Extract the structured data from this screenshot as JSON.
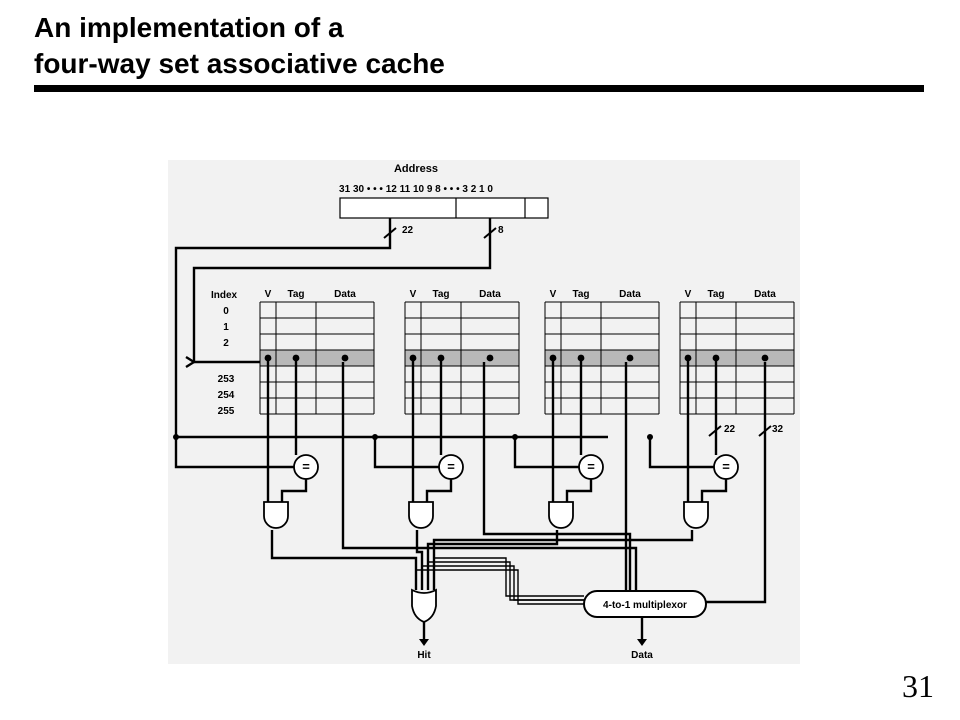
{
  "slide": {
    "title_line1": "An implementation of a",
    "title_line2": "four-way set associative cache",
    "page_number": "31"
  },
  "diagram": {
    "panel_color": "#f2f2f2",
    "highlight_color": "#b8b8b8",
    "address": {
      "title": "Address",
      "bits_label": "31 30 • • • 12 11 10 9 8 • • • 3 2 1 0",
      "tag_width_label": "22",
      "index_width_label": "8"
    },
    "columns": {
      "index": "Index",
      "valid": "V",
      "tag": "Tag",
      "data": "Data"
    },
    "row_labels": [
      "0",
      "1",
      "2",
      "253",
      "254",
      "255"
    ],
    "comparator_label": "=",
    "output_widths": {
      "tag": "22",
      "data": "32"
    },
    "mux_label": "4-to-1 multiplexor",
    "outputs": {
      "hit": "Hit",
      "data": "Data"
    }
  }
}
